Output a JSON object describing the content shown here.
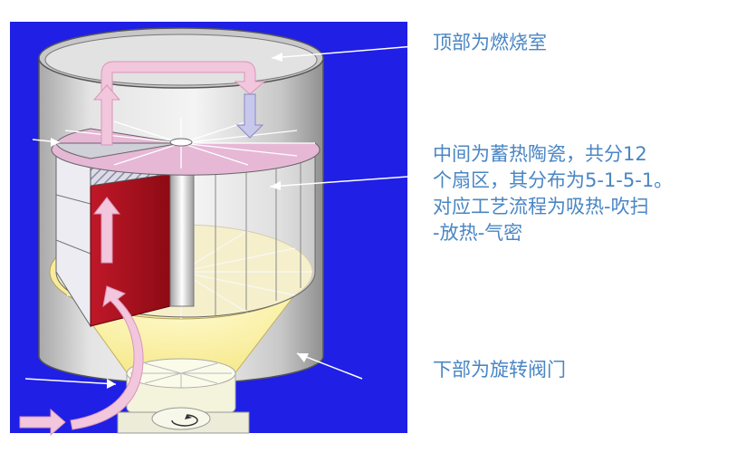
{
  "captions": {
    "top": "顶部为燃烧室",
    "middle": [
      "中间为蓄热陶瓷，共分12",
      "个扇区，其分布为5-1-5-1。",
      "对应工艺流程为吸热-吹扫",
      "-放热-气密"
    ],
    "bottom": "下部为旋转阀门"
  },
  "colors": {
    "background": "#1f1fe6",
    "caption_text": "#4a86c4",
    "ceramic_top": "#e6b8d6",
    "heated_sector": "#b01020",
    "glow": "#fff3a0",
    "flow_arrow": "#f2c6dc"
  }
}
